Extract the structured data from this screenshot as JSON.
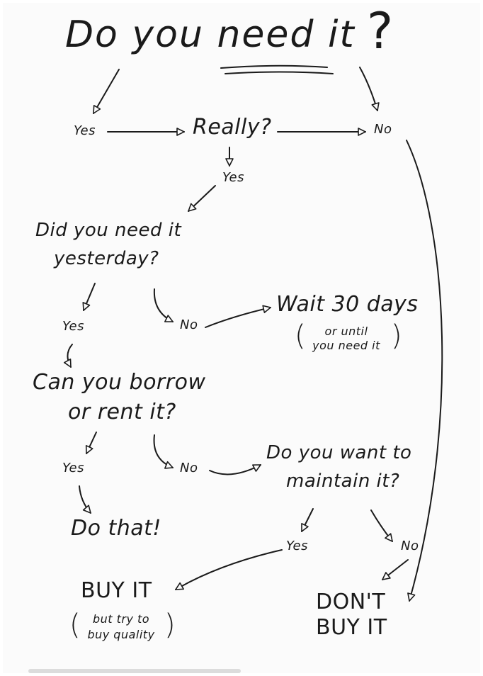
{
  "title": {
    "part1": "Do you ",
    "need": "need",
    "part2": " it",
    "qmark": "?"
  },
  "nodes": {
    "yes_1": "Yes",
    "really": "Really?",
    "no_1": "No",
    "yes_2": "Yes",
    "yesterday_line1": "Did you need it",
    "yesterday_line2": "yesterday?",
    "yes_3": "Yes",
    "no_2": "No",
    "wait": "Wait 30 days",
    "wait_note_line1": "or until",
    "wait_note_line2": "you need it",
    "borrow_line1": "Can you borrow",
    "borrow_line2": "or rent it?",
    "yes_4": "Yes",
    "no_3": "No",
    "maintain_line1": "Do you want to",
    "maintain_line2": "maintain it?",
    "do_that": "Do that!",
    "yes_5": "Yes",
    "no_4": "No",
    "buy_it": "BUY IT",
    "buy_note_line1": "but try to",
    "buy_note_line2": "buy quality",
    "dont_line1": "DON'T",
    "dont_line2": "BUY IT"
  },
  "colors": {
    "ink": "#1a1a1a",
    "paper": "#fbfbfb",
    "border": "#2b2b2b"
  }
}
